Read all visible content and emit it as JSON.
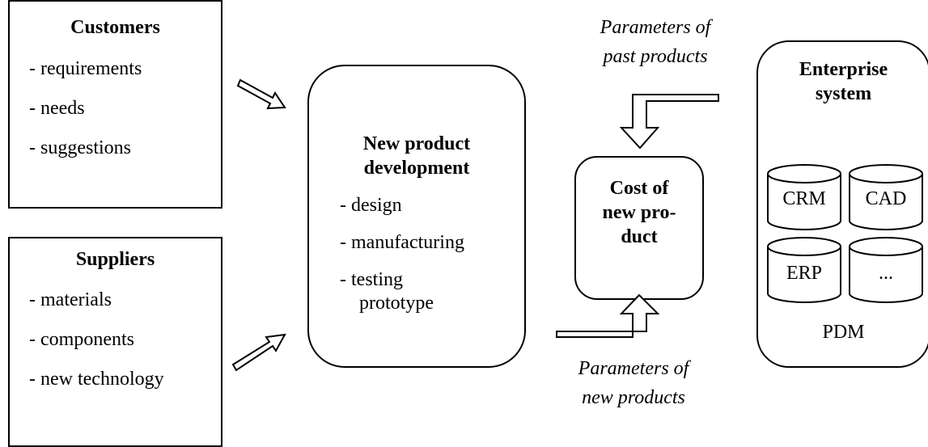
{
  "customers": {
    "title": "Customers",
    "items": [
      "- requirements",
      "- needs",
      "- suggestions"
    ]
  },
  "suppliers": {
    "title": "Suppliers",
    "items": [
      "- materials",
      "- components",
      "- new technology"
    ]
  },
  "npd": {
    "title_line1": "New product",
    "title_line2": "development",
    "items": [
      "- design",
      "- manufacturing",
      "- testing",
      "prototype"
    ]
  },
  "cost": {
    "line1": "Cost of",
    "line2": "new pro-",
    "line3": "duct"
  },
  "past_params": {
    "line1": "Parameters of",
    "line2": "past products"
  },
  "new_params": {
    "line1": "Parameters of",
    "line2": "new products"
  },
  "enterprise": {
    "title_line1": "Enterprise",
    "title_line2": "system",
    "databases": [
      "CRM",
      "CAD",
      "ERP",
      "..."
    ],
    "footer": "PDM"
  }
}
